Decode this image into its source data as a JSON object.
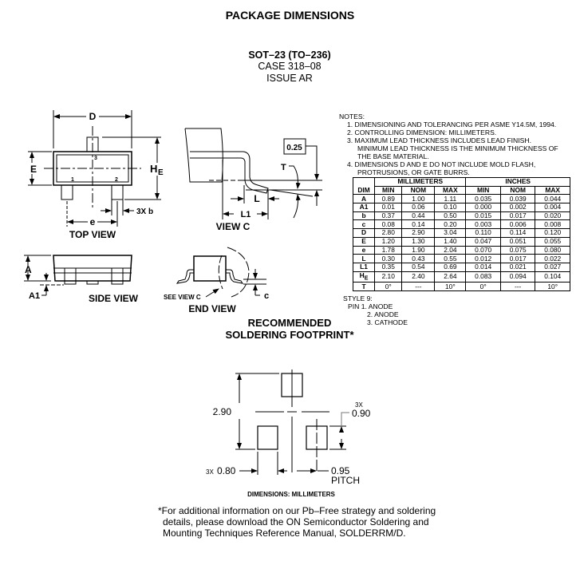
{
  "title": "PACKAGE DIMENSIONS",
  "package": {
    "name": "SOT–23 (TO–236)",
    "case": "CASE 318–08",
    "issue": "ISSUE AR"
  },
  "views": {
    "top": "TOP VIEW",
    "c": "VIEW C",
    "side": "SIDE VIEW",
    "end": "END VIEW",
    "see_view_c": "SEE VIEW C"
  },
  "labels": {
    "D": "D",
    "E": "E",
    "HE_main": "H",
    "HE_sub": "E",
    "e": "e",
    "b": "3X b",
    "pin1": "1",
    "pin2": "2",
    "pin3": "3",
    "A": "A",
    "A1": "A1",
    "c": "c",
    "L": "L",
    "L1": "L1",
    "T": "T",
    "gauge": "0.25"
  },
  "notes": {
    "heading": "NOTES:",
    "items": [
      "1.  DIMENSIONING AND TOLERANCING PER ASME Y14.5M, 1994.",
      "2.  CONTROLLING DIMENSION: MILLIMETERS.",
      "3.  MAXIMUM LEAD THICKNESS INCLUDES LEAD FINISH.",
      "MINIMUM LEAD THICKNESS IS THE MINIMUM THICKNESS OF",
      "THE BASE MATERIAL.",
      "4.  DIMENSIONS D AND E DO NOT INCLUDE MOLD FLASH,",
      "PROTRUSIONS, OR GATE BURRS."
    ]
  },
  "table": {
    "group_headers": [
      "MILLIMETERS",
      "INCHES"
    ],
    "headers": [
      "DIM",
      "MIN",
      "NOM",
      "MAX",
      "MIN",
      "NOM",
      "MAX"
    ],
    "rows": [
      [
        "A",
        "0.89",
        "1.00",
        "1.11",
        "0.035",
        "0.039",
        "0.044"
      ],
      [
        "A1",
        "0.01",
        "0.06",
        "0.10",
        "0.000",
        "0.002",
        "0.004"
      ],
      [
        "b",
        "0.37",
        "0.44",
        "0.50",
        "0.015",
        "0.017",
        "0.020"
      ],
      [
        "c",
        "0.08",
        "0.14",
        "0.20",
        "0.003",
        "0.006",
        "0.008"
      ],
      [
        "D",
        "2.80",
        "2.90",
        "3.04",
        "0.110",
        "0.114",
        "0.120"
      ],
      [
        "E",
        "1.20",
        "1.30",
        "1.40",
        "0.047",
        "0.051",
        "0.055"
      ],
      [
        "e",
        "1.78",
        "1.90",
        "2.04",
        "0.070",
        "0.075",
        "0.080"
      ],
      [
        "L",
        "0.30",
        "0.43",
        "0.55",
        "0.012",
        "0.017",
        "0.022"
      ],
      [
        "L1",
        "0.35",
        "0.54",
        "0.69",
        "0.014",
        "0.021",
        "0.027"
      ],
      [
        "HE",
        "2.10",
        "2.40",
        "2.64",
        "0.083",
        "0.094",
        "0.104"
      ],
      [
        "T",
        "0°",
        "---",
        "10°",
        "0°",
        "---",
        "10°"
      ]
    ]
  },
  "style": {
    "heading": "STYLE 9:",
    "pins": [
      "PIN 1.  ANODE",
      "2.  ANODE",
      "3.  CATHODE"
    ]
  },
  "footprint": {
    "title1": "RECOMMENDED",
    "title2": "SOLDERING FOOTPRINT*",
    "height": "2.90",
    "pad_h_mult": "3X",
    "pad_h": "0.90",
    "pad_w_mult": "3X",
    "pad_w": "0.80",
    "pitch": "0.95",
    "pitch_label": "PITCH",
    "units": "DIMENSIONS: MILLIMETERS"
  },
  "footnote": [
    "*For additional information on our Pb–Free strategy and soldering",
    "details, please download the ON Semiconductor Soldering and",
    "Mounting Techniques Reference Manual, SOLDERRM/D."
  ]
}
